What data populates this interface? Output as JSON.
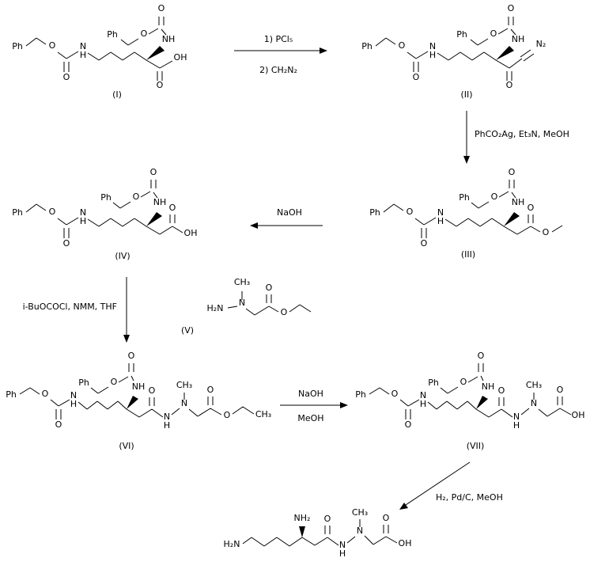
{
  "colors": {
    "background": "#ffffff",
    "ink": "#000000"
  },
  "labels": {
    "ph": "Ph",
    "o": "O",
    "n": "N",
    "h": "H",
    "nh": "NH",
    "oh": "OH",
    "ch3": "CH₃",
    "n2": "N₂",
    "h2n": "H₂N",
    "nh2": "NH₂"
  },
  "compounds": {
    "c1": "(I)",
    "c2": "(II)",
    "c3": "(III)",
    "c4": "(IV)",
    "c5": "(V)",
    "c6": "(VI)",
    "c7": "(VII)"
  },
  "conditions": {
    "step1a": "1) PCl₅",
    "step1b": "2) CH₂N₂",
    "step2": "PhCO₂Ag, Et₃N, MeOH",
    "step3": "NaOH",
    "step4": "i-BuOCOCl, NMM, THF",
    "step5a": "NaOH",
    "step5b": "MeOH",
    "step6": "H₂, Pd/C, MeOH"
  }
}
